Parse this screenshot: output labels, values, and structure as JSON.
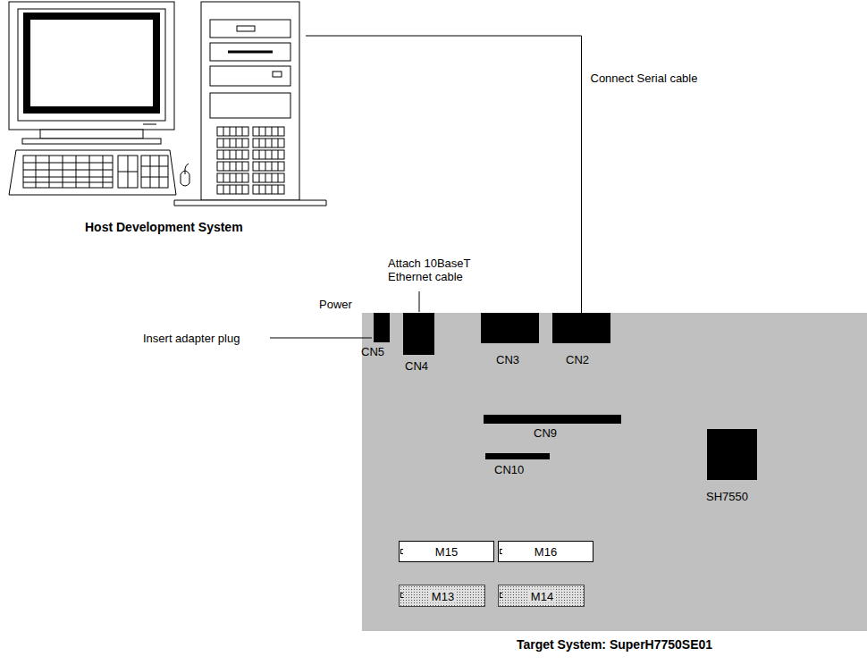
{
  "diagram": {
    "nodes": [
      {
        "text": [
          "Host Development System"
        ]
      },
      {
        "text": [
          "Target System:  SuperH7750SE01"
        ]
      },
      {
        "text": [
          "CN5"
        ],
        "in": 1
      },
      {
        "text": [
          "CN4"
        ],
        "in": 1
      },
      {
        "text": [
          "CN3"
        ],
        "in": 1
      },
      {
        "text": [
          "CN2"
        ],
        "in": 1
      },
      {
        "text": [
          "CN9"
        ],
        "in": 1
      },
      {
        "text": [
          "CN10"
        ],
        "in": 1
      },
      {
        "text": [
          "SH7550"
        ],
        "in": 1
      },
      {
        "text": [
          "M15"
        ],
        "in": 1
      },
      {
        "text": [
          "M16"
        ],
        "in": 1
      },
      {
        "text": [
          "M13"
        ],
        "in": 1
      },
      {
        "text": [
          "M14"
        ],
        "in": 1
      }
    ],
    "edges": [
      {
        "from": 0,
        "to": 5,
        "label": "Connect Serial cable",
        "arrow": "none"
      }
    ],
    "labels": [
      "Attach 10BaseT Ethernet cable",
      "Power",
      "Insert adapter plug"
    ]
  }
}
